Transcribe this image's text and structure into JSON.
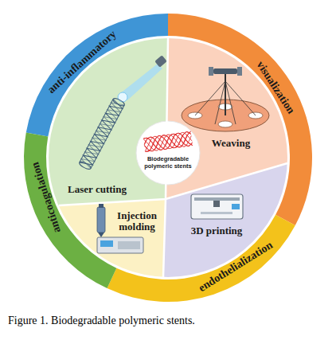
{
  "diagram": {
    "caption": "Figure 1. Biodegradable polymeric stents.",
    "nodes": [
      {
        "text": [
          "anti-inflammatory"
        ]
      },
      {
        "text": [
          "visualization"
        ]
      },
      {
        "text": [
          "endothelialization"
        ]
      },
      {
        "text": [
          "anticoagulation"
        ]
      },
      {
        "text": [
          "Laser cutting"
        ]
      },
      {
        "text": [
          "Weaving"
        ]
      },
      {
        "text": [
          "3D printing"
        ]
      },
      {
        "text": [
          "Injection molding"
        ]
      },
      {
        "text": [
          "Biodegradable polymeric stents"
        ]
      }
    ]
  }
}
